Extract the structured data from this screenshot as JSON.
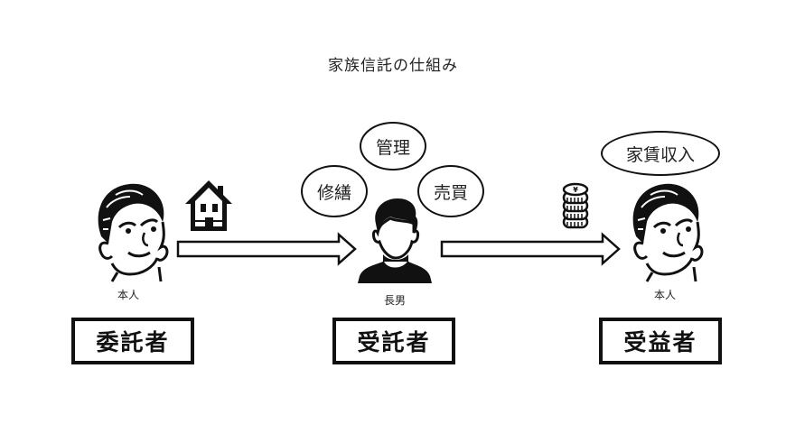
{
  "title": "家族信託の仕組み",
  "actors": [
    {
      "role": "委託者",
      "person": "本人",
      "icon": "man-face-icon"
    },
    {
      "role": "受託者",
      "person": "長男",
      "icon": "person-silhouette-icon"
    },
    {
      "role": "受益者",
      "person": "本人",
      "icon": "man-face-icon"
    }
  ],
  "trustee_duties": [
    "修繕",
    "管理",
    "売買"
  ],
  "beneficiary_benefit": "家賃収入",
  "transfers": [
    {
      "from": "委託者",
      "to": "受託者",
      "asset_icon": "house-icon"
    },
    {
      "from": "受託者",
      "to": "受益者",
      "asset_icon": "yen-coin-stack-icon"
    }
  ],
  "coin_symbol": "¥"
}
